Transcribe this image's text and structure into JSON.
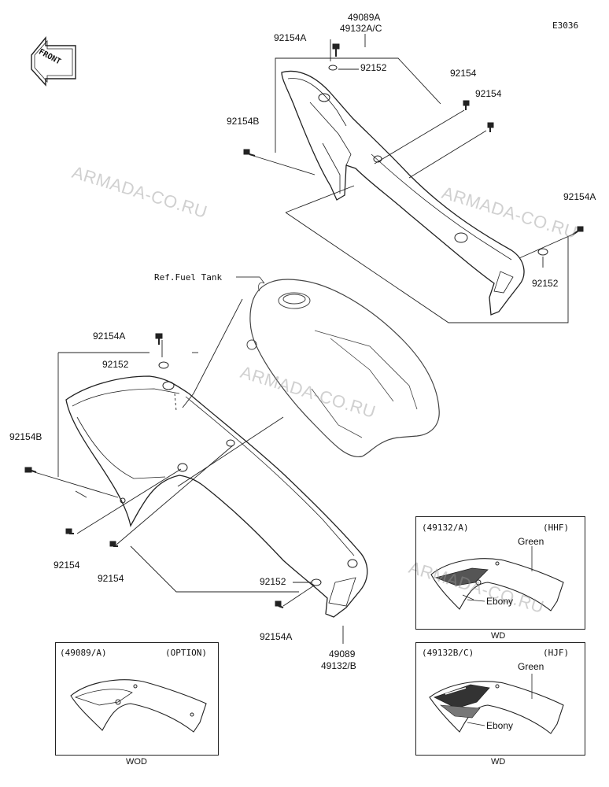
{
  "diagram_code": "E3036",
  "front_label": "FRONT",
  "watermark": "ARMADA-CO.RU",
  "ref_label": "Ref.Fuel Tank",
  "callouts": {
    "top_assembly_line1": "49089A",
    "top_assembly_line2": "49132A/C",
    "top_bolt_a": "92154A",
    "top_washer": "92152",
    "top_bolt_1": "92154",
    "top_bolt_2": "92154",
    "top_bolt_b": "92154B",
    "right_bolt_a": "92154A",
    "right_washer": "92152",
    "left_bolt_a": "92154A",
    "left_washer": "92152",
    "left_bolt_b": "92154B",
    "left_bolt_1": "92154",
    "left_bolt_2": "92154",
    "lower_washer": "92152",
    "lower_bolt_a": "92154A",
    "bottom_assembly_line1": "49089",
    "bottom_assembly_line2": "49132/B"
  },
  "inset_hhf": {
    "part": "(49132/A)",
    "code": "(HHF)",
    "color1": "Green",
    "color2": "Ebony",
    "caption": "WD"
  },
  "inset_hjf": {
    "part": "(49132B/C)",
    "code": "(HJF)",
    "color1": "Green",
    "color2": "Ebony",
    "caption": "WD"
  },
  "inset_option": {
    "part": "(49089/A)",
    "code": "(OPTION)",
    "caption": "WOD"
  }
}
